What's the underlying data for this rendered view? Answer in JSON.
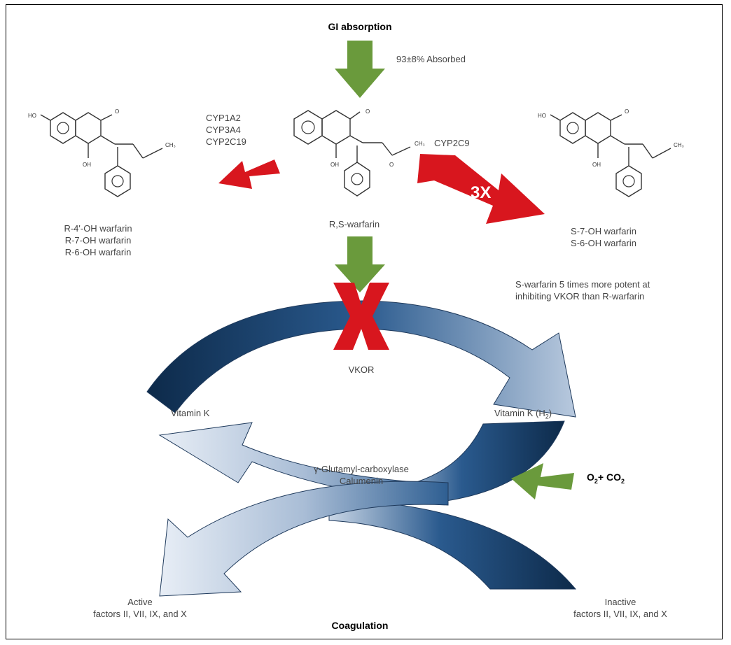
{
  "title_top": "GI absorption",
  "absorbed": "93±8% Absorbed",
  "left_enzymes": [
    "CYP1A2",
    "CYP3A4",
    "CYP2C19"
  ],
  "right_enzyme": "CYP2C9",
  "fold": "3X",
  "left_products": [
    "R-4'-OH warfarin",
    "R-7-OH warfarin",
    "R-6-OH warfarin"
  ],
  "center_compound": "R,S-warfarin",
  "right_products": [
    "S-7-OH warfarin",
    "S-6-OH warfarin"
  ],
  "potency_note": [
    "S-warfarin 5 times more potent at",
    "inhibiting VKOR than R-warfarin"
  ],
  "vkor": "VKOR",
  "vitamin_k": "Vitamin K",
  "vitamin_k_h2": "Vitamin K (H",
  "vitamin_k_h2_sub": "2",
  "vitamin_k_h2_close": ")",
  "carboxylase": [
    "γ-Glutamyl-carboxylase",
    "Calumenin"
  ],
  "o2": "O",
  "o2_sub": "2",
  "plus_co2": "+ CO",
  "co2_sub": "2",
  "active_factors": [
    "Active",
    "factors II, VII, IX, and X"
  ],
  "inactive_factors": [
    "Inactive",
    "factors II, VII, IX, and X"
  ],
  "title_bottom": "Coagulation",
  "colors": {
    "green": "#6a9a3c",
    "red": "#d8161e",
    "navy": "#1f4a7c",
    "light": "#c4d2e4"
  },
  "icons": [
    "green-arrow-icon",
    "red-arrow-icon",
    "red-x-icon",
    "cycle-arrow-icon",
    "molecule-icon"
  ]
}
